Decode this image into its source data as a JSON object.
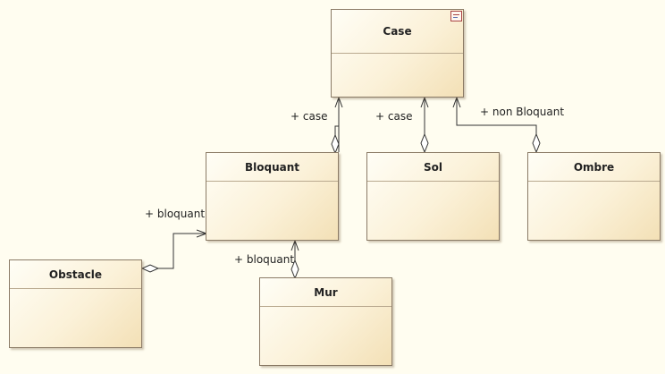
{
  "diagram": {
    "classes": {
      "case": "Case",
      "bloquant": "Bloquant",
      "sol": "Sol",
      "ombre": "Ombre",
      "obstacle": "Obstacle",
      "mur": "Mur"
    },
    "labels": {
      "bloquant_case": "+ case",
      "sol_case": "+ case",
      "ombre_case": "+ non Bloquant",
      "obstacle_bloquant": "+ bloquant",
      "mur_bloquant": "+ bloquant"
    },
    "icon": "class-icon"
  }
}
